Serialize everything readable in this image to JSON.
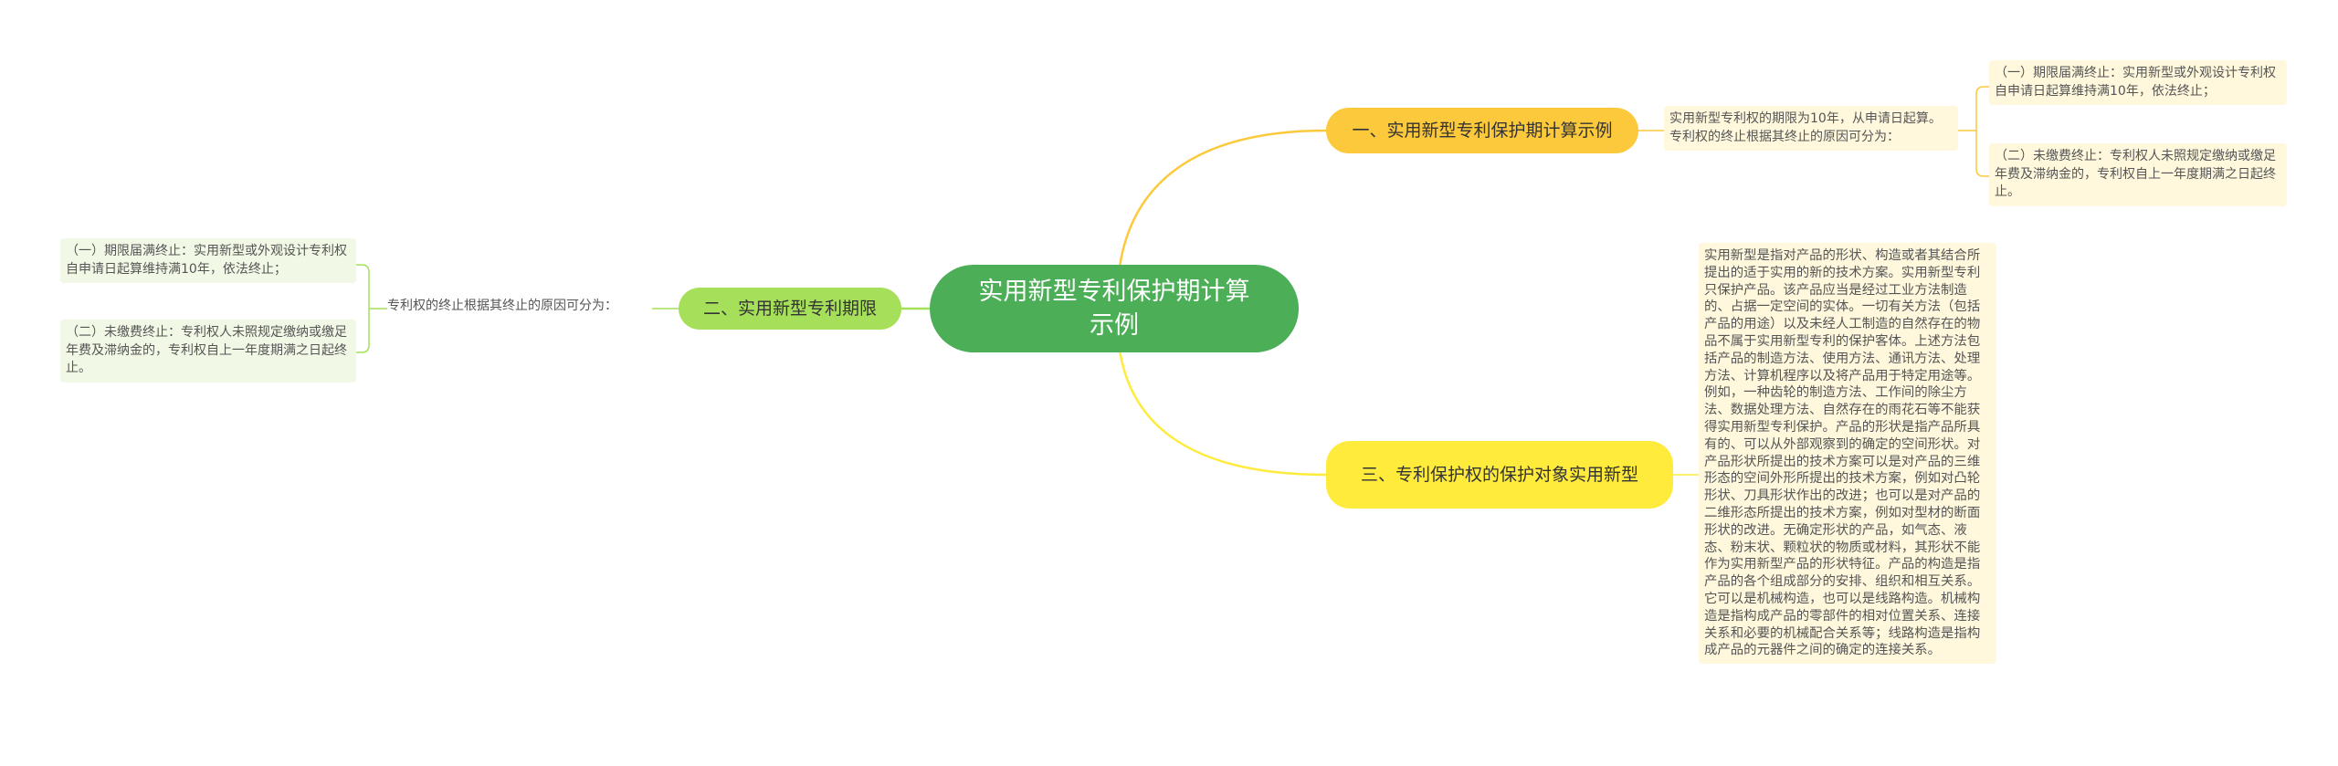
{
  "root": {
    "label": "实用新型专利保护期计算示例"
  },
  "branches": [
    {
      "label": "一、实用新型专利保护期计算示例",
      "color": "#fbc93b",
      "summary": "实用新型专利权的期限为10年，从申请日起算。专利权的终止根据其终止的原因可分为：",
      "items": [
        "（一）期限届满终止：实用新型或外观设计专利权自申请日起算维持满10年，依法终止；",
        "（二）未缴费终止：专利权人未照规定缴纳或缴足年费及滞纳金的，专利权自上一年度期满之日起终止。"
      ]
    },
    {
      "label": "二、实用新型专利期限",
      "color": "#a6e05a",
      "summary": "专利权的终止根据其终止的原因可分为：",
      "items": [
        "（一）期限届满终止：实用新型或外观设计专利权自申请日起算维持满10年，依法终止；",
        "（二）未缴费终止：专利权人未照规定缴纳或缴足年费及滞纳金的，专利权自上一年度期满之日起终止。"
      ]
    },
    {
      "label": "三、专利保护权的保护对象实用新型",
      "color": "#ffeb3b",
      "detail": "实用新型是指对产品的形状、构造或者其结合所提出的适于实用的新的技术方案。实用新型专利只保护产品。该产品应当是经过工业方法制造的、占据一定空间的实体。一切有关方法（包括产品的用途）以及未经人工制造的自然存在的物品不属于实用新型专利的保护客体。上述方法包括产品的制造方法、使用方法、通讯方法、处理方法、计算机程序以及将产品用于特定用途等。例如，一种齿轮的制造方法、工作间的除尘方法、数据处理方法、自然存在的雨花石等不能获得实用新型专利保护。产品的形状是指产品所具有的、可以从外部观察到的确定的空间形状。对产品形状所提出的技术方案可以是对产品的三维形态的空间外形所提出的技术方案，例如对凸轮形状、刀具形状作出的改进；也可以是对产品的二维形态所提出的技术方案，例如对型材的断面形状的改进。无确定形状的产品，如气态、液态、粉末状、颗粒状的物质或材料，其形状不能作为实用新型产品的形状特征。产品的构造是指产品的各个组成部分的安排、组织和相互关系。它可以是机械构造，也可以是线路构造。机械构造是指构成产品的零部件的相对位置关系、连接关系和必要的机械配合关系等；线路构造是指构成产品的元器件之间的确定的连接关系。"
    }
  ]
}
